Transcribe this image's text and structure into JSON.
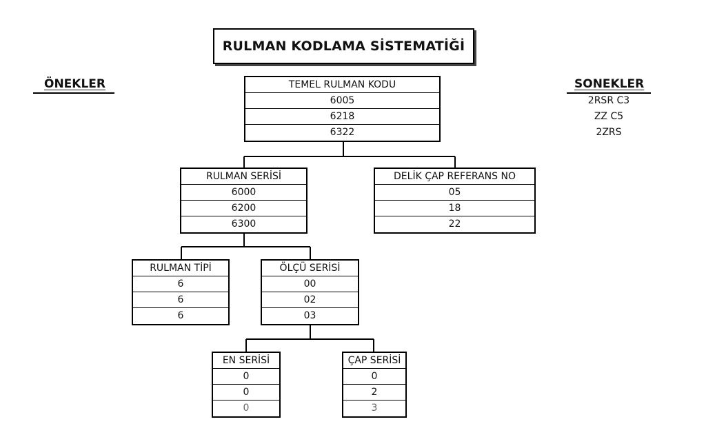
{
  "title": "RULMAN KODLAMA SİSTEMATİĞİ",
  "prefixes": {
    "heading": "ÖNEKLER"
  },
  "suffixes": {
    "heading": "SONEKLER",
    "items": [
      "2RSR C3",
      "ZZ C5",
      "2ZRS"
    ]
  },
  "tables": {
    "base_code": {
      "header": "TEMEL RULMAN KODU",
      "values": [
        "6005",
        "6218",
        "6322"
      ]
    },
    "bearing_series": {
      "header": "RULMAN SERİSİ",
      "values": [
        "6000",
        "6200",
        "6300"
      ]
    },
    "bore_reference": {
      "header": "DELİK ÇAP REFERANS NO",
      "values": [
        "05",
        "18",
        "22"
      ]
    },
    "bearing_type": {
      "header": "RULMAN TİPİ",
      "values": [
        "6",
        "6",
        "6"
      ]
    },
    "dimension_series": {
      "header": "ÖLÇÜ SERİSİ",
      "values": [
        "00",
        "02",
        "03"
      ]
    },
    "width_series": {
      "header": "EN SERİSİ",
      "values": [
        "0",
        "0",
        "0"
      ]
    },
    "diameter_series": {
      "header": "ÇAP SERİSİ",
      "values": [
        "0",
        "2",
        "3"
      ]
    }
  }
}
